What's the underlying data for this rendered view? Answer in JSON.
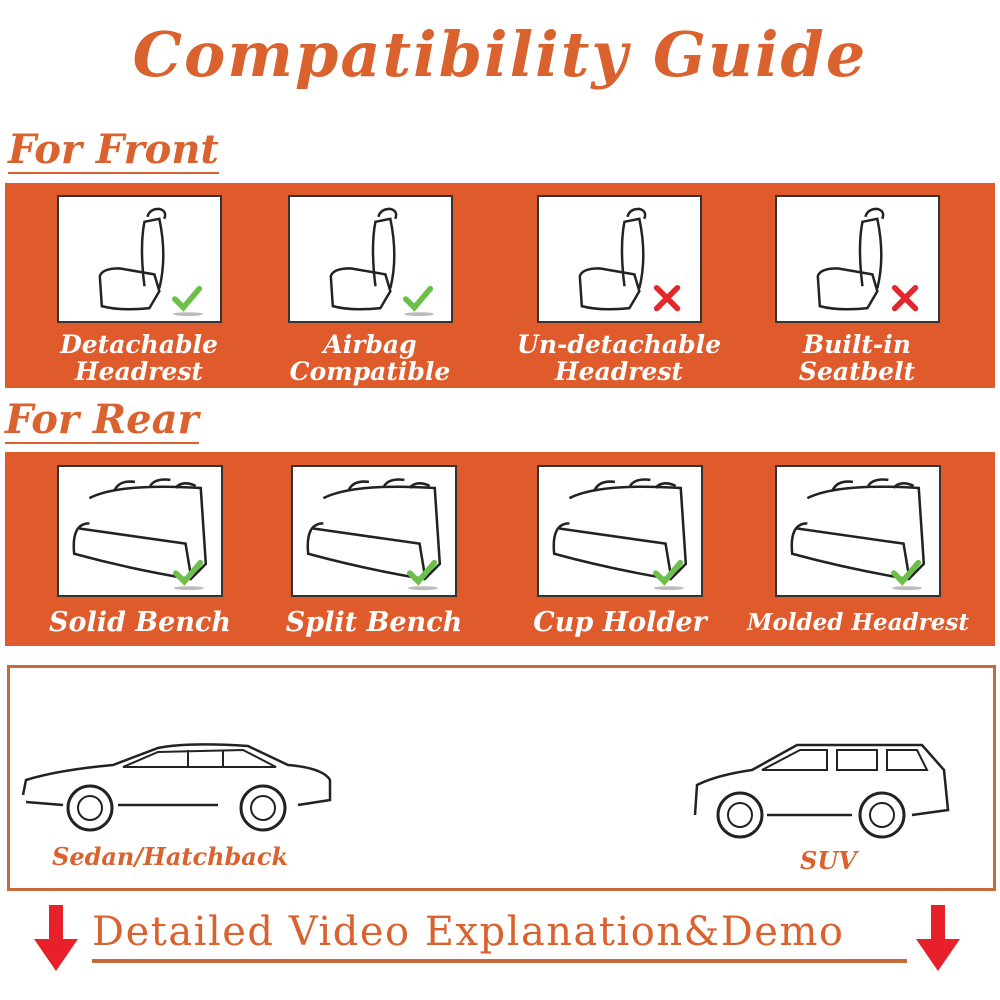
{
  "title": "Compatibility Guide",
  "front": {
    "heading": "For Front",
    "items": [
      {
        "line1": "Detachable",
        "line2": "Headrest",
        "status": "compatible"
      },
      {
        "line1": "Airbag",
        "line2": "Compatible",
        "status": "compatible"
      },
      {
        "line1": "Un-detachable",
        "line2": "Headrest",
        "status": "incompatible"
      },
      {
        "line1": "Built-in",
        "line2": "Seatbelt",
        "status": "incompatible"
      }
    ]
  },
  "rear": {
    "heading": "For Rear",
    "items": [
      {
        "label": "Solid Bench",
        "status": "compatible"
      },
      {
        "label": "Split Bench",
        "status": "compatible"
      },
      {
        "label": "Cup Holder",
        "status": "compatible"
      },
      {
        "label": "Molded Headrest",
        "status": "compatible"
      }
    ]
  },
  "vehicles": {
    "sedan": "Sedan/Hatchback",
    "suv": "SUV"
  },
  "footer": "Detailed Video Explanation&Demo",
  "colors": {
    "accent": "#df5b2c",
    "check": "#6cc04a",
    "cross": "#e3272d",
    "arrow": "#e8202a"
  }
}
